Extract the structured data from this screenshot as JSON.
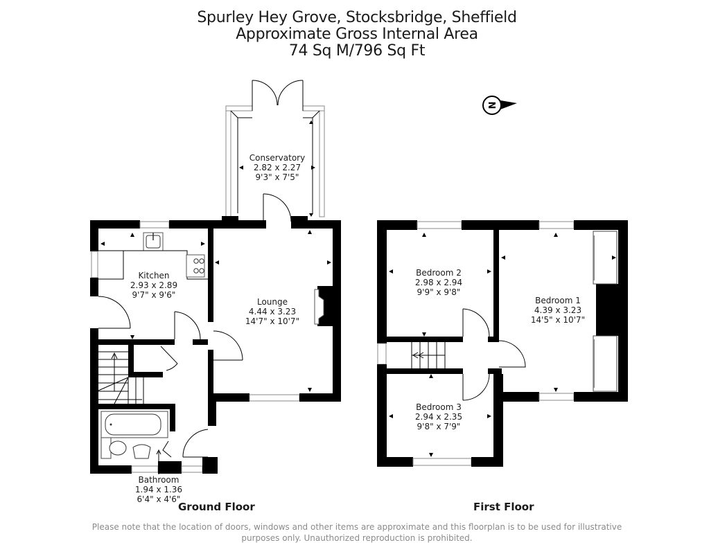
{
  "header": {
    "address": "Spurley Hey Grove, Stocksbridge, Sheffield",
    "subtitle": "Approximate Gross Internal Area",
    "area": "74 Sq M/796 Sq Ft"
  },
  "compass": {
    "icon": "north-compass-icon",
    "letter": "N"
  },
  "floors": [
    {
      "name": "Ground Floor",
      "rooms": [
        {
          "name": "Conservatory",
          "metric": "2.82 x 2.27",
          "imperial": "9'3\" x 7'5\""
        },
        {
          "name": "Kitchen",
          "metric": "2.93 x 2.89",
          "imperial": "9'7\" x 9'6\""
        },
        {
          "name": "Lounge",
          "metric": "4.44 x 3.23",
          "imperial": "14'7\" x 10'7\""
        },
        {
          "name": "Bathroom",
          "metric": "1.94 x 1.36",
          "imperial": "6'4\" x 4'6\""
        }
      ]
    },
    {
      "name": "First Floor",
      "rooms": [
        {
          "name": "Bedroom 2",
          "metric": "2.98 x 2.94",
          "imperial": "9'9\" x 9'8\""
        },
        {
          "name": "Bedroom 1",
          "metric": "4.39 x 3.23",
          "imperial": "14'5\" x 10'7\""
        },
        {
          "name": "Bedroom 3",
          "metric": "2.94 x 2.35",
          "imperial": "9'8\" x 7'9\""
        }
      ]
    }
  ],
  "disclaimer": {
    "line1": "Please note that the location of doors, windows and other items are approximate and this floorplan is to be used for illustrative",
    "line2": "purposes only. Unauthorized reproduction is prohibited."
  }
}
